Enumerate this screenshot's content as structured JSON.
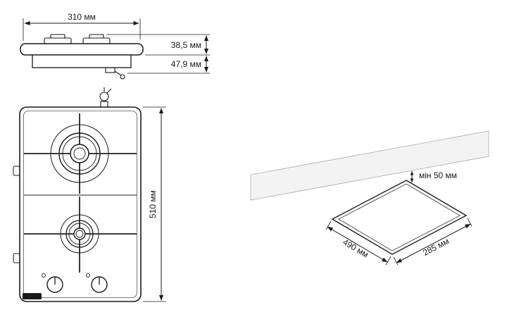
{
  "colors": {
    "line": "#1a1a1a",
    "wall_fill": "#f3f3f3",
    "background": "#ffffff"
  },
  "side_view": {
    "width": "310 мм",
    "height_above_worktop": "38,5 мм",
    "height_total": "47,9 мм"
  },
  "top_view": {
    "length": "510 мм"
  },
  "installation": {
    "min_wall_clearance": "мін 50 мм",
    "cutout_length": "490 мм",
    "cutout_depth": "285 мм"
  }
}
